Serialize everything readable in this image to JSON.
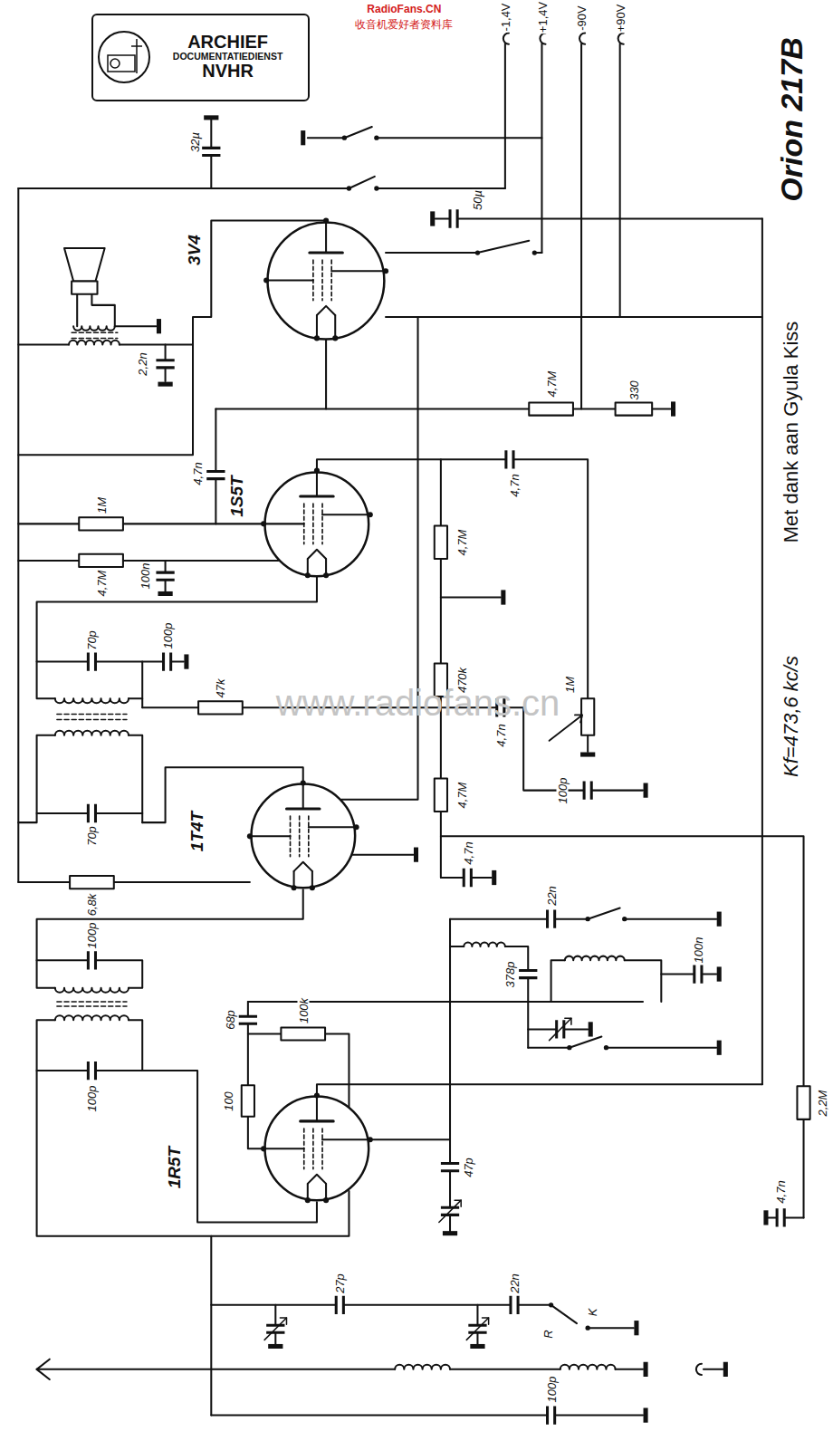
{
  "diagram": {
    "nodes": [
      {
        "text": [
          "ARCHIEF",
          "DOCUMENTATIEDIENST",
          "NVHR"
        ]
      },
      {
        "text": [
          "3V4"
        ]
      },
      {
        "text": [
          "1S5T"
        ]
      },
      {
        "text": [
          "1T4T"
        ]
      },
      {
        "text": [
          "1R5T"
        ]
      }
    ],
    "labels": [
      "RadioFans.CN",
      "收音机爱好者资料库",
      "www.radiofans.cn",
      "-1,4V",
      "+1,4V",
      "-90V",
      "+90V",
      "Orion 217B",
      "Met dank aan Gyula Kiss",
      "Kf=473,6 kc/s",
      "32µ",
      "50µ",
      "2,2n",
      "4,7M",
      "330",
      "4,7n",
      "1M",
      "4,7M",
      "100n",
      "4,7n",
      "4,7M",
      "70p",
      "100p",
      "470k",
      "47k",
      "4,7n",
      "1M",
      "100p",
      "4,7M",
      "70p",
      "6,8k",
      "4,7n",
      "22n",
      "100p",
      "378p",
      "100n",
      "68p",
      "100k",
      "100p",
      "100",
      "47p",
      "2,2M",
      "4,7n",
      "27p",
      "22n",
      "R",
      "K",
      "100p"
    ]
  }
}
